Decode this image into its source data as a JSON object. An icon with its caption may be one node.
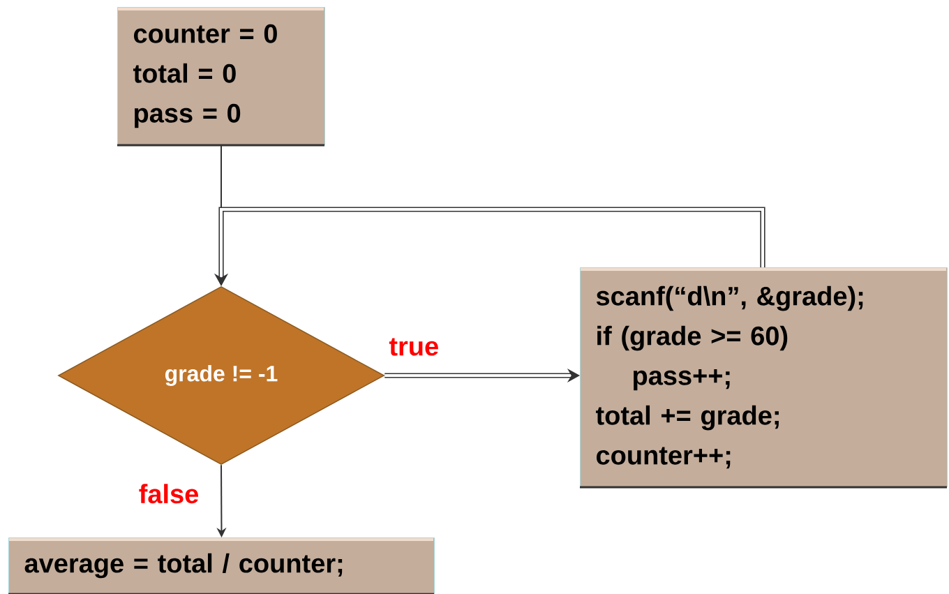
{
  "diagram": {
    "nodes": [
      {
        "text": [
          "counter = 0",
          "total = 0",
          "pass = 0"
        ]
      },
      {
        "text": [
          "grade != -1"
        ]
      },
      {
        "text": [
          "scanf(“d\\n”, &grade);",
          "if (grade >= 60)",
          "pass++;",
          "total += grade;",
          "counter++;"
        ]
      },
      {
        "text": [
          "average = total / counter;"
        ]
      }
    ],
    "edges": [
      {
        "from": 0,
        "to": 1,
        "arrow": "to"
      },
      {
        "from": 1,
        "to": 2,
        "arrow": "to",
        "label": "true",
        "style": "thick"
      },
      {
        "from": 2,
        "to": 1,
        "arrow": "to",
        "style": "thick"
      },
      {
        "from": 1,
        "to": 3,
        "arrow": "to",
        "label": "false"
      }
    ]
  }
}
